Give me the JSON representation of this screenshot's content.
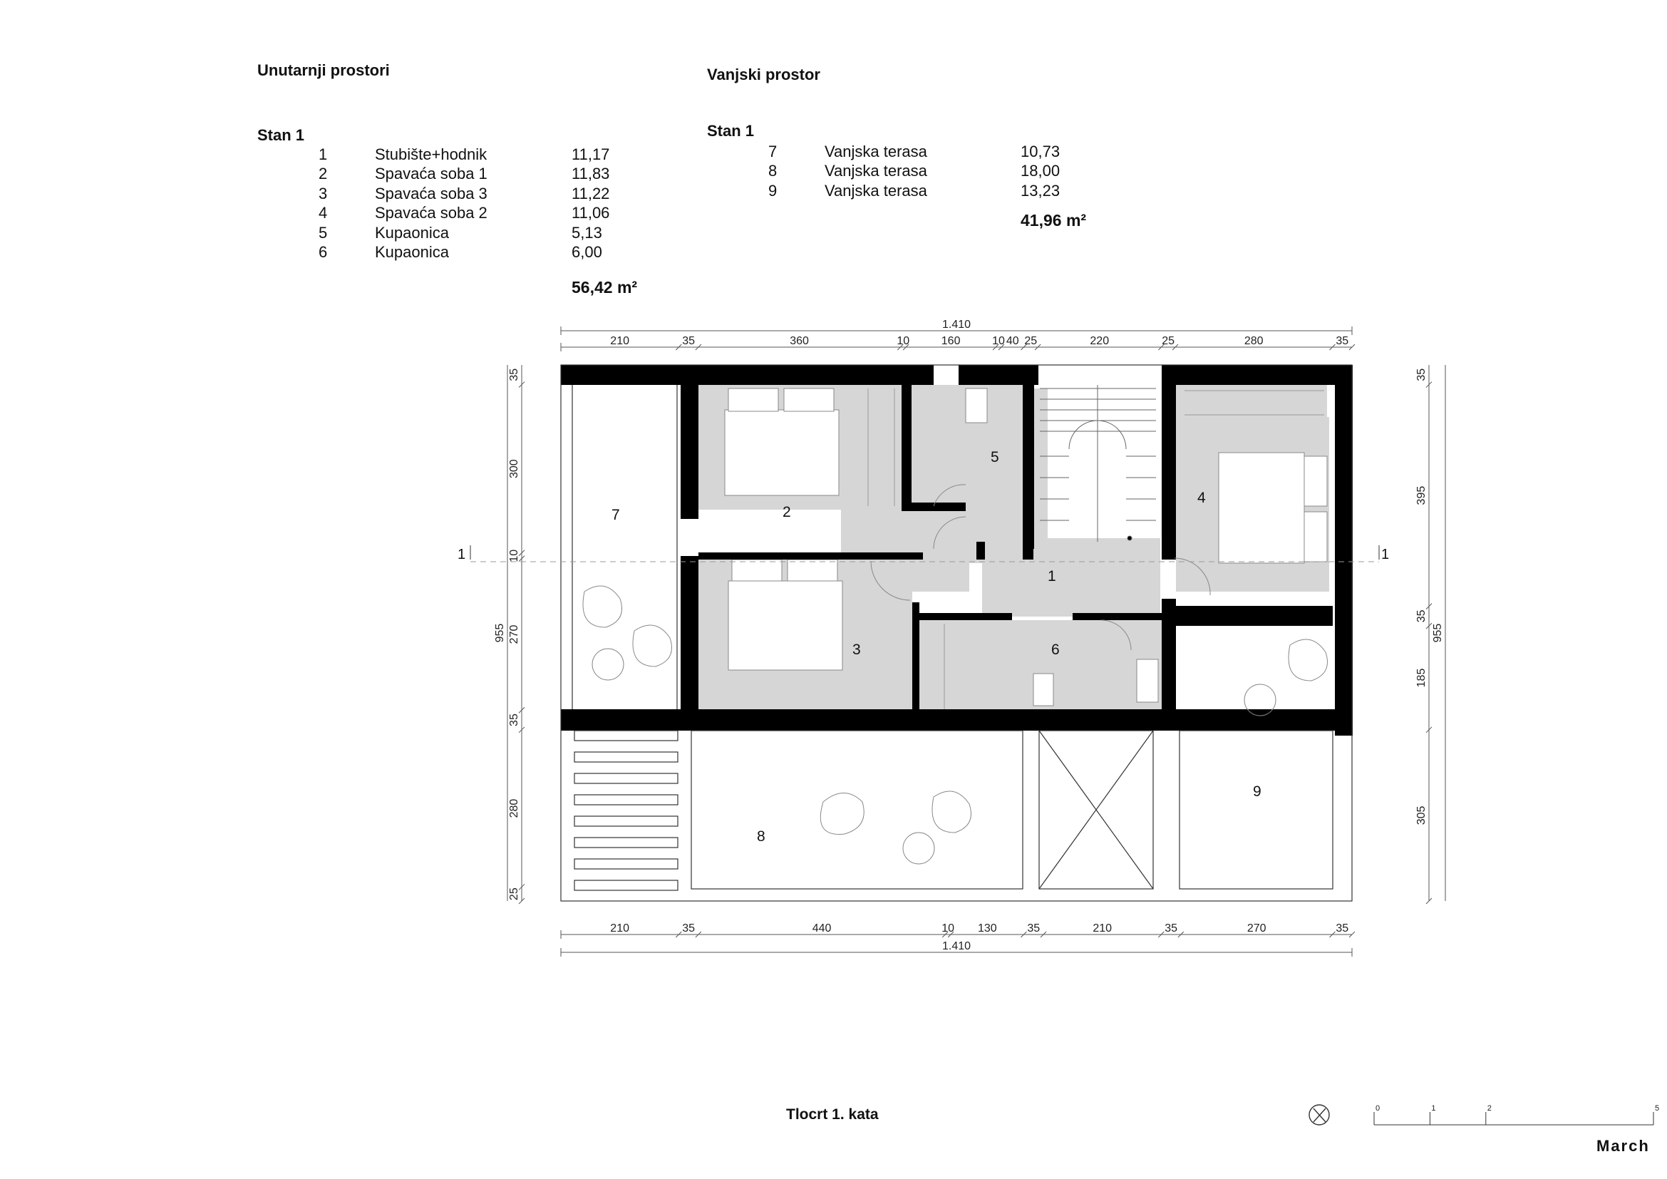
{
  "interior": {
    "heading": "Unutarnji prostori",
    "unit": "Stan 1",
    "rows": [
      {
        "no": "1",
        "name": "Stubište+hodnik",
        "area": "11,17"
      },
      {
        "no": "2",
        "name": "Spavaća soba 1",
        "area": "11,83"
      },
      {
        "no": "3",
        "name": "Spavaća soba 3",
        "area": "11,22"
      },
      {
        "no": "4",
        "name": "Spavaća soba 2",
        "area": "11,06"
      },
      {
        "no": "5",
        "name": "Kupaonica",
        "area": "5,13"
      },
      {
        "no": "6",
        "name": "Kupaonica",
        "area": "6,00"
      }
    ],
    "total": "56,42 m²"
  },
  "exterior": {
    "heading": "Vanjski prostor",
    "unit": "Stan 1",
    "rows": [
      {
        "no": "7",
        "name": "Vanjska terasa",
        "area": "10,73"
      },
      {
        "no": "8",
        "name": "Vanjska terasa",
        "area": "18,00"
      },
      {
        "no": "9",
        "name": "Vanjska terasa",
        "area": "13,23"
      }
    ],
    "total": "41,96 m²"
  },
  "plan": {
    "title": "Tlocrt 1. kata",
    "section_marker": "1",
    "top_total": "1.410",
    "top_dims": [
      "210",
      "35",
      "360",
      "10",
      "160",
      "10",
      "40",
      "25",
      "220",
      "25",
      "280",
      "35"
    ],
    "bottom_total": "1.410",
    "bottom_dims": [
      "210",
      "35",
      "440",
      "10",
      "130",
      "35",
      "210",
      "35",
      "270",
      "35"
    ],
    "left_total": "955",
    "left_dims": [
      "35",
      "300",
      "10",
      "270",
      "35",
      "280",
      "25"
    ],
    "right_total": "955",
    "right_dims": [
      "35",
      "395",
      "35",
      "185",
      "305"
    ],
    "room_labels": [
      "1",
      "2",
      "3",
      "4",
      "5",
      "6",
      "7",
      "8",
      "9"
    ],
    "scale_ticks": [
      "0",
      "1",
      "2",
      "5"
    ],
    "brand": "March",
    "colors": {
      "wall": "#000000",
      "floor": "#d6d6d6",
      "line": "#555555"
    }
  }
}
